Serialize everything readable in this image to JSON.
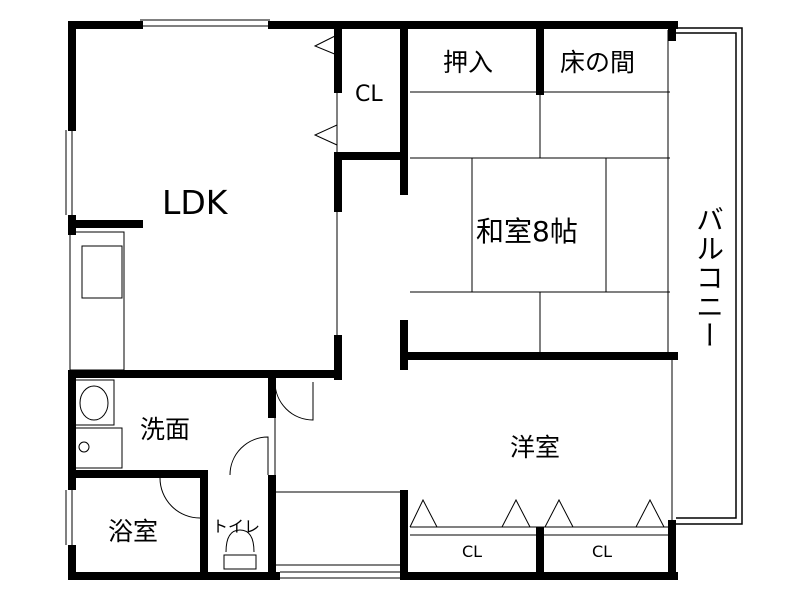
{
  "rooms": {
    "ldk": "LDK",
    "closet_top": "CL",
    "oshiire": "押入",
    "tokonoma": "床の間",
    "washitsu": "和室8帖",
    "balcony": "バルコニー",
    "senmen": "洗面",
    "yoshitsu": "洋室",
    "yokushitsu": "浴室",
    "toilet": "トイレ",
    "closet_bottom_left": "CL",
    "closet_bottom_right": "CL"
  }
}
